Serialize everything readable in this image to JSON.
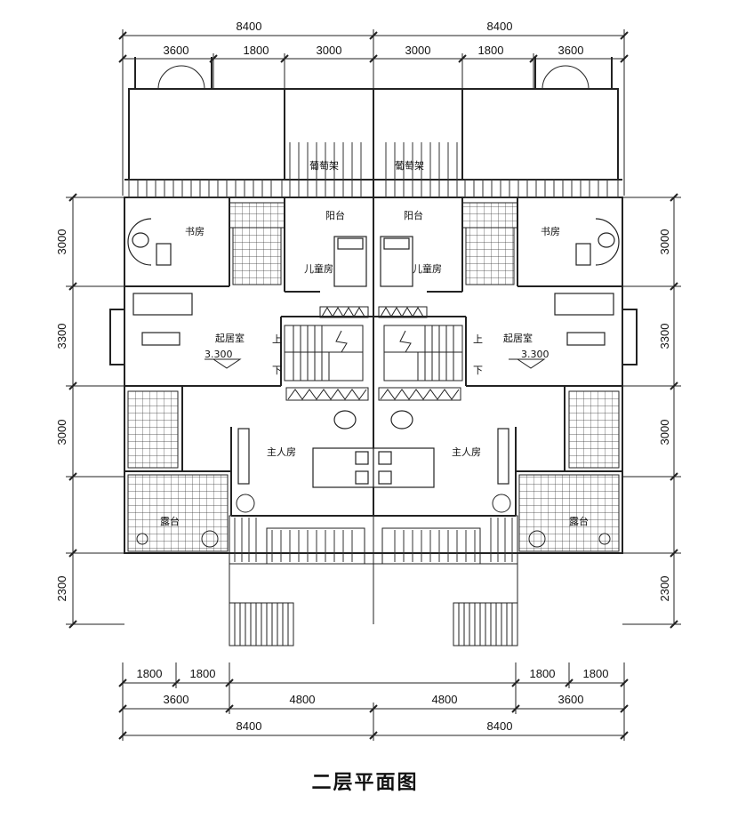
{
  "title": "二层平面图",
  "dims": {
    "top_total": [
      "8400",
      "8400"
    ],
    "top_sub": [
      "3600",
      "1800",
      "3000",
      "3000",
      "1800",
      "3600"
    ],
    "bottom_row1": [
      "1800",
      "1800",
      "1800",
      "1800"
    ],
    "bottom_row2": [
      "3600",
      "4800",
      "4800",
      "3600"
    ],
    "bottom_total": [
      "8400",
      "8400"
    ],
    "left": [
      "3000",
      "3300",
      "3000",
      "2300"
    ],
    "right": [
      "3000",
      "3300",
      "3000",
      "2300"
    ]
  },
  "rooms": {
    "study": "书房",
    "child_room": "儿童房",
    "living": "起居室",
    "master": "主人房",
    "terrace": "露台",
    "balcony": "阳台",
    "pergola": "葡萄架"
  },
  "stairs": {
    "up": "上",
    "down": "下"
  },
  "level": "3.300"
}
